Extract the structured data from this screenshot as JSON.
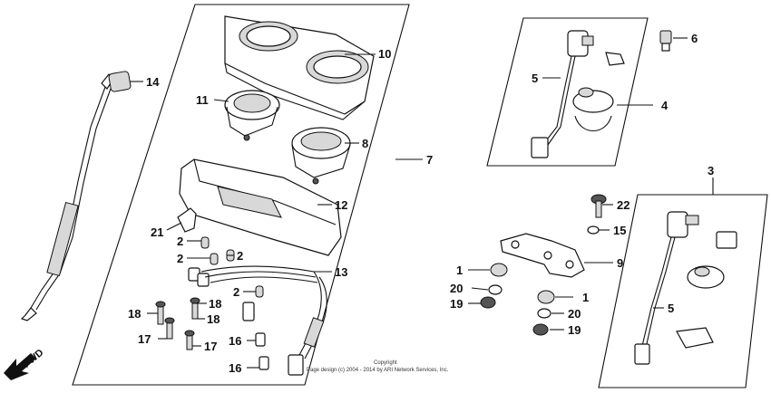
{
  "part_labels": {
    "p14": "14",
    "p10": "10",
    "p11": "11",
    "p8": "8",
    "p7": "7",
    "p12": "12",
    "p21": "21",
    "p2a": "2",
    "p2b": "2",
    "p2c": "2",
    "p2d": "2",
    "p13": "13",
    "p18a": "18",
    "p18b": "18",
    "p18c": "18",
    "p17a": "17",
    "p17b": "17",
    "p16a": "16",
    "p16b": "16",
    "p6": "6",
    "p5a": "5",
    "p4": "4",
    "p3": "3",
    "p22": "22",
    "p15": "15",
    "p9": "9",
    "p1a": "1",
    "p1b": "1",
    "p20a": "20",
    "p20b": "20",
    "p19a": "19",
    "p19b": "19",
    "p5b": "5"
  },
  "fwd_label": "FWD",
  "copyright_line1": "Copyright",
  "copyright_line2": "Page design (c) 2004 - 2014 by ARI Network Services, Inc."
}
